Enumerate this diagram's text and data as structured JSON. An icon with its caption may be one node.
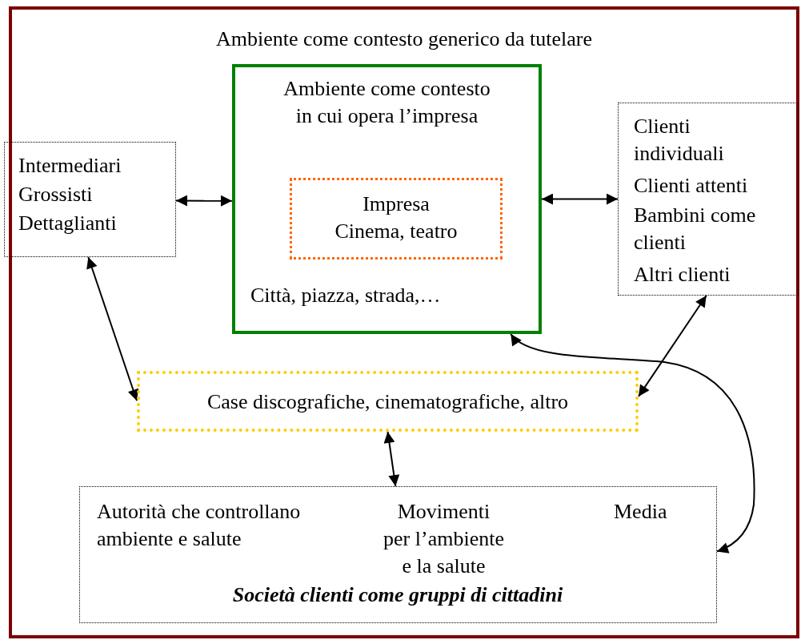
{
  "diagram": {
    "nodes": [
      {
        "text": [
          "Ambiente come contesto generico da tutelare"
        ]
      },
      {
        "text": [
          "Ambiente come contesto in cui opera l’impresa",
          "Città, piazza, strada,…"
        ],
        "in": 0
      },
      {
        "text": [
          "Impresa",
          "Cinema, teatro"
        ],
        "in": 1
      },
      {
        "text": [
          "Intermediari",
          "Grossisti",
          "Dettaglianti"
        ],
        "in": 0
      },
      {
        "text": [
          "Clienti individuali",
          "Clienti attenti",
          "Bambini come clienti",
          "Altri clienti"
        ],
        "in": 0
      },
      {
        "text": [
          "Case discografiche, cinematografiche, altro"
        ],
        "in": 0
      },
      {
        "text": [
          "Autorità che controllano ambiente e salute",
          "Movimenti per l’ambiente e la salute",
          "Media",
          "Società clienti come gruppi di cittadini"
        ],
        "in": 0
      }
    ],
    "edges": [
      {
        "from": 3,
        "to": 1,
        "arrow": "both"
      },
      {
        "from": 1,
        "to": 4,
        "arrow": "both"
      },
      {
        "from": 3,
        "to": 5,
        "arrow": "both"
      },
      {
        "from": 4,
        "to": 5,
        "arrow": "both"
      },
      {
        "from": 5,
        "to": 6,
        "arrow": "both"
      },
      {
        "from": 1,
        "to": 6,
        "arrow": "both"
      }
    ]
  }
}
